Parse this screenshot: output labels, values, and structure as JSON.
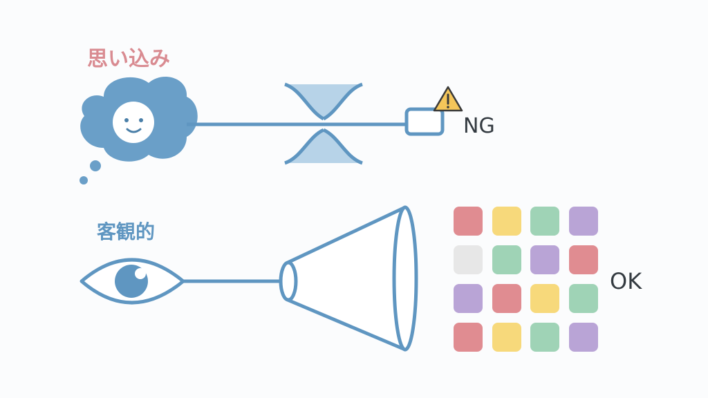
{
  "assumption": {
    "label": "思い込み",
    "result": "NG",
    "label_color": "#d98b91",
    "icons": [
      "thought-cloud-icon",
      "face-icon",
      "hourglass-narrowing-icon",
      "small-box-icon",
      "warning-icon"
    ]
  },
  "objective": {
    "label": "客観的",
    "result": "OK",
    "label_color": "#5f96c1",
    "icons": [
      "eye-icon",
      "funnel-widening-icon"
    ]
  },
  "palette": {
    "line": "#5f96c1",
    "fill_light": "#b7d3e8",
    "warning": "#f5c65a"
  },
  "grid_colors": [
    [
      "#e08c91",
      "#f7d97b",
      "#9fd3b6",
      "#b9a4d6"
    ],
    [
      "#e7e7e7",
      "#9fd3b6",
      "#b9a4d6",
      "#e08c91"
    ],
    [
      "#b9a4d6",
      "#e08c91",
      "#f7d97b",
      "#9fd3b6"
    ],
    [
      "#e08c91",
      "#f7d97b",
      "#9fd3b6",
      "#b9a4d6"
    ]
  ]
}
